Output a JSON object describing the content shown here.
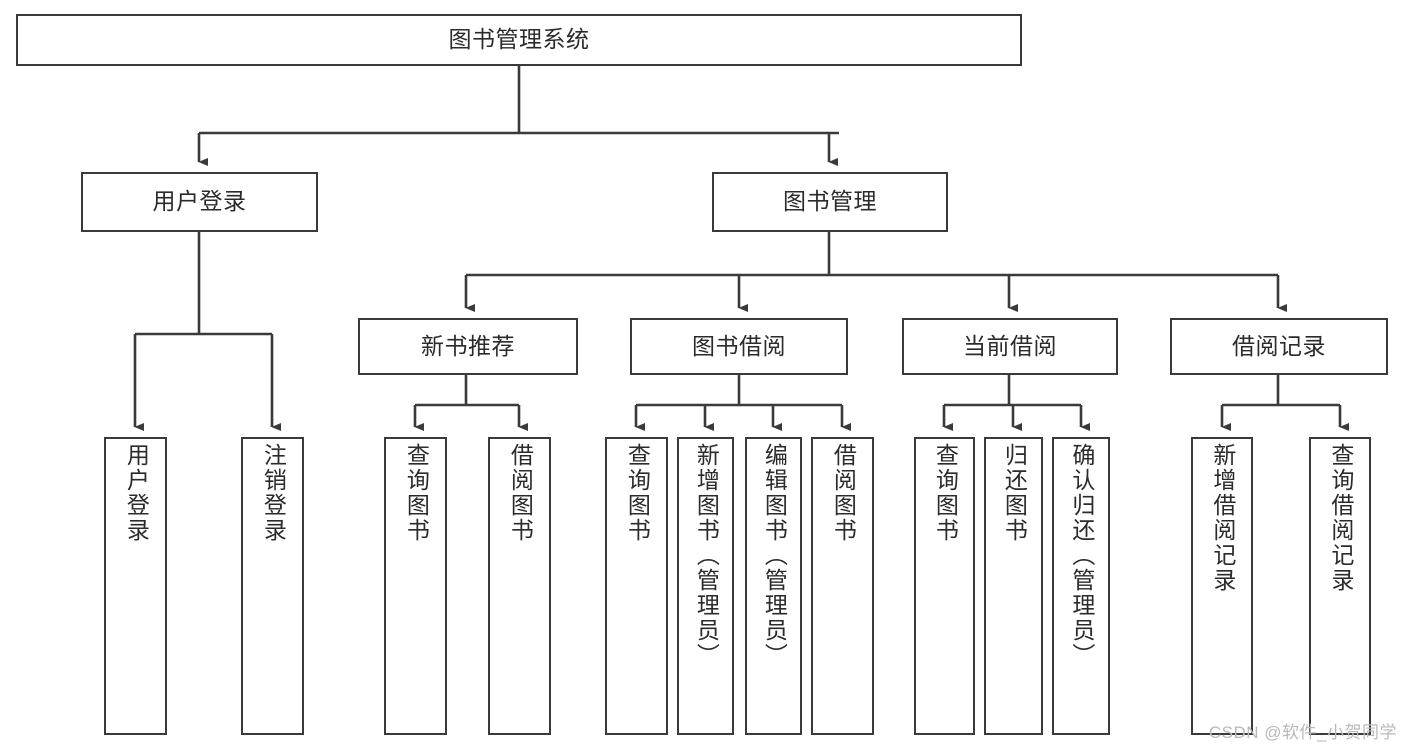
{
  "diagram": {
    "title": "图书管理系统",
    "type": "hierarchy-tree",
    "root": {
      "label": "图书管理系统"
    },
    "level2": [
      {
        "label": "用户登录"
      },
      {
        "label": "图书管理"
      }
    ],
    "level3": [
      {
        "label": "新书推荐"
      },
      {
        "label": "图书借阅"
      },
      {
        "label": "当前借阅"
      },
      {
        "label": "借阅记录"
      }
    ],
    "leaves": {
      "user_login": [
        {
          "label": "用户登录"
        },
        {
          "label": "注销登录"
        }
      ],
      "new_book_recommend": [
        {
          "label": "查询图书"
        },
        {
          "label": "借阅图书"
        }
      ],
      "book_borrow": [
        {
          "label": "查询图书"
        },
        {
          "label": "新增图书（管理员）"
        },
        {
          "label": "编辑图书（管理员）"
        },
        {
          "label": "借阅图书"
        }
      ],
      "current_borrow": [
        {
          "label": "查询图书"
        },
        {
          "label": "归还图书"
        },
        {
          "label": "确认归还（管理员）"
        }
      ],
      "borrow_record": [
        {
          "label": "新增借阅记录"
        },
        {
          "label": "查询借阅记录"
        }
      ]
    },
    "watermark": "CSDN @软件_小贺同学",
    "colors": {
      "stroke": "#3a3a3a",
      "fill": "#ffffff",
      "text": "#2b2b2b",
      "watermark": "#b9b9b9"
    }
  }
}
